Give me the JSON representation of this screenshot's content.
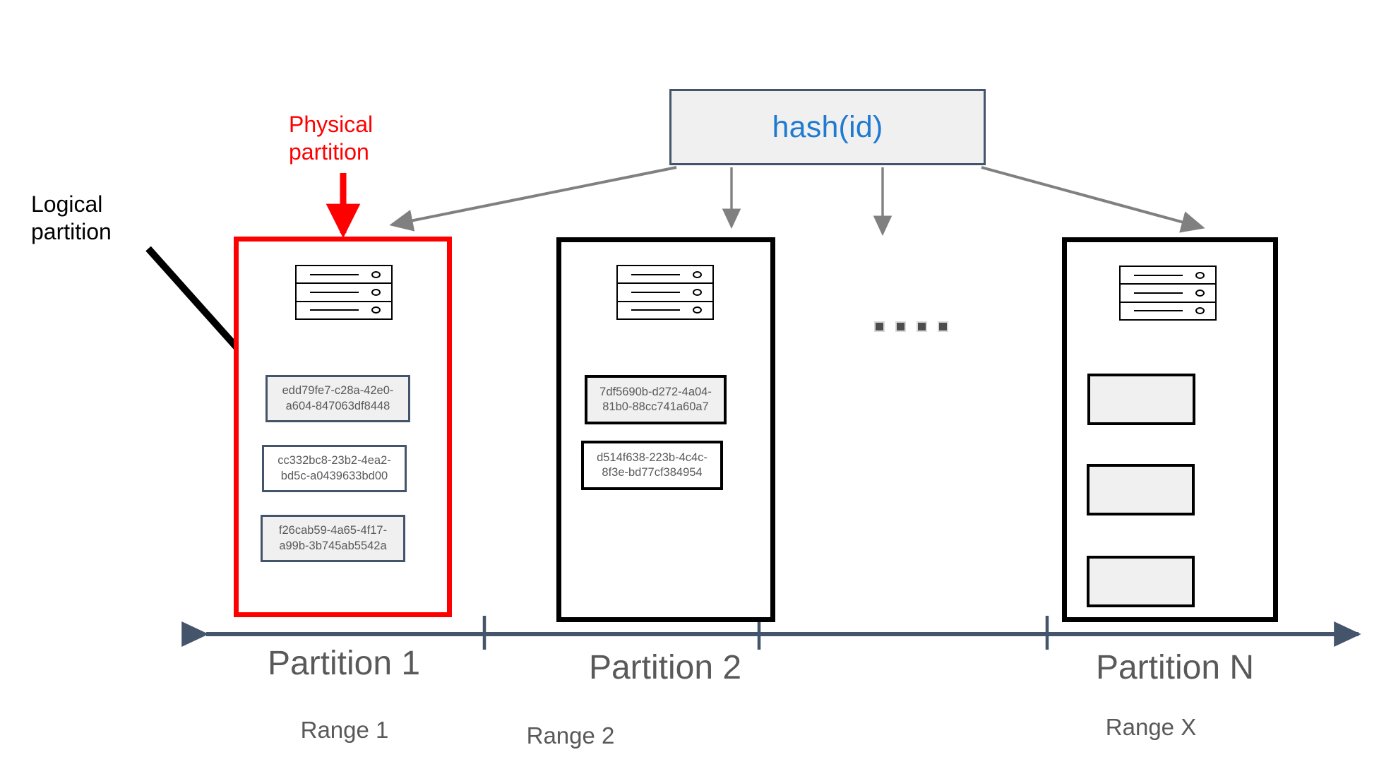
{
  "diagram": {
    "title": "Hash-based partitioning: logical partitions mapped to physical partitions",
    "colors": {
      "hash_border": "#44546A",
      "hash_fill": "#F0F0F0",
      "hash_text": "#1F7BD0",
      "physical_partition_highlight": "#FF0000",
      "partition_border": "#000000",
      "doc_border_slate": "#44546A",
      "doc_fill_gray": "#F0F0F0",
      "doc_fill_white": "#FFFFFF",
      "axis": "#44546A",
      "axis_text": "#595959",
      "connector_arrow": "#808080",
      "ellipsis_dot": "#4D4D4D"
    }
  },
  "hash": {
    "label": "hash(id)"
  },
  "callouts": {
    "physical": "Physical\npartition",
    "logical": "Logical\npartition"
  },
  "ellipsis": {
    "dot_count": 4,
    "aria": "more partitions"
  },
  "partitions": [
    {
      "id": "partition-1",
      "frame_style": "red",
      "axis_label": "Partition 1",
      "range_label": "Range 1",
      "server_icon": "server-rack-icon",
      "documents": [
        {
          "id": "edd79fe7",
          "text": "edd79fe7-c28a-42e0-\na604-847063df8448",
          "border": "slate",
          "fill": "gray"
        },
        {
          "id": "cc332bc8",
          "text": "cc332bc8-23b2-4ea2-\nbd5c-a0439633bd00",
          "border": "slate",
          "fill": "white"
        },
        {
          "id": "f26cab59",
          "text": "f26cab59-4a65-4f17-\na99b-3b745ab5542a",
          "border": "slate",
          "fill": "gray"
        }
      ]
    },
    {
      "id": "partition-2",
      "frame_style": "black",
      "axis_label": "Partition 2",
      "range_label": "Range 2",
      "server_icon": "server-rack-icon",
      "documents": [
        {
          "id": "7df5690b",
          "text": "7df5690b-d272-4a04-\n81b0-88cc741a60a7",
          "border": "black",
          "fill": "gray"
        },
        {
          "id": "d514f638",
          "text": "d514f638-223b-4c4c-\n8f3e-bd77cf384954",
          "border": "black",
          "fill": "white"
        }
      ]
    },
    {
      "id": "partition-n",
      "frame_style": "black",
      "axis_label": "Partition N",
      "range_label": "Range X",
      "server_icon": "server-rack-icon",
      "documents": [
        {
          "id": "doc-n-1",
          "text": "",
          "border": "black",
          "fill": "gray"
        },
        {
          "id": "doc-n-2",
          "text": "",
          "border": "black",
          "fill": "gray"
        },
        {
          "id": "doc-n-3",
          "text": "",
          "border": "black",
          "fill": "gray"
        }
      ]
    }
  ],
  "axis": {
    "name": "hash-range-axis",
    "arrowheads": "both"
  }
}
